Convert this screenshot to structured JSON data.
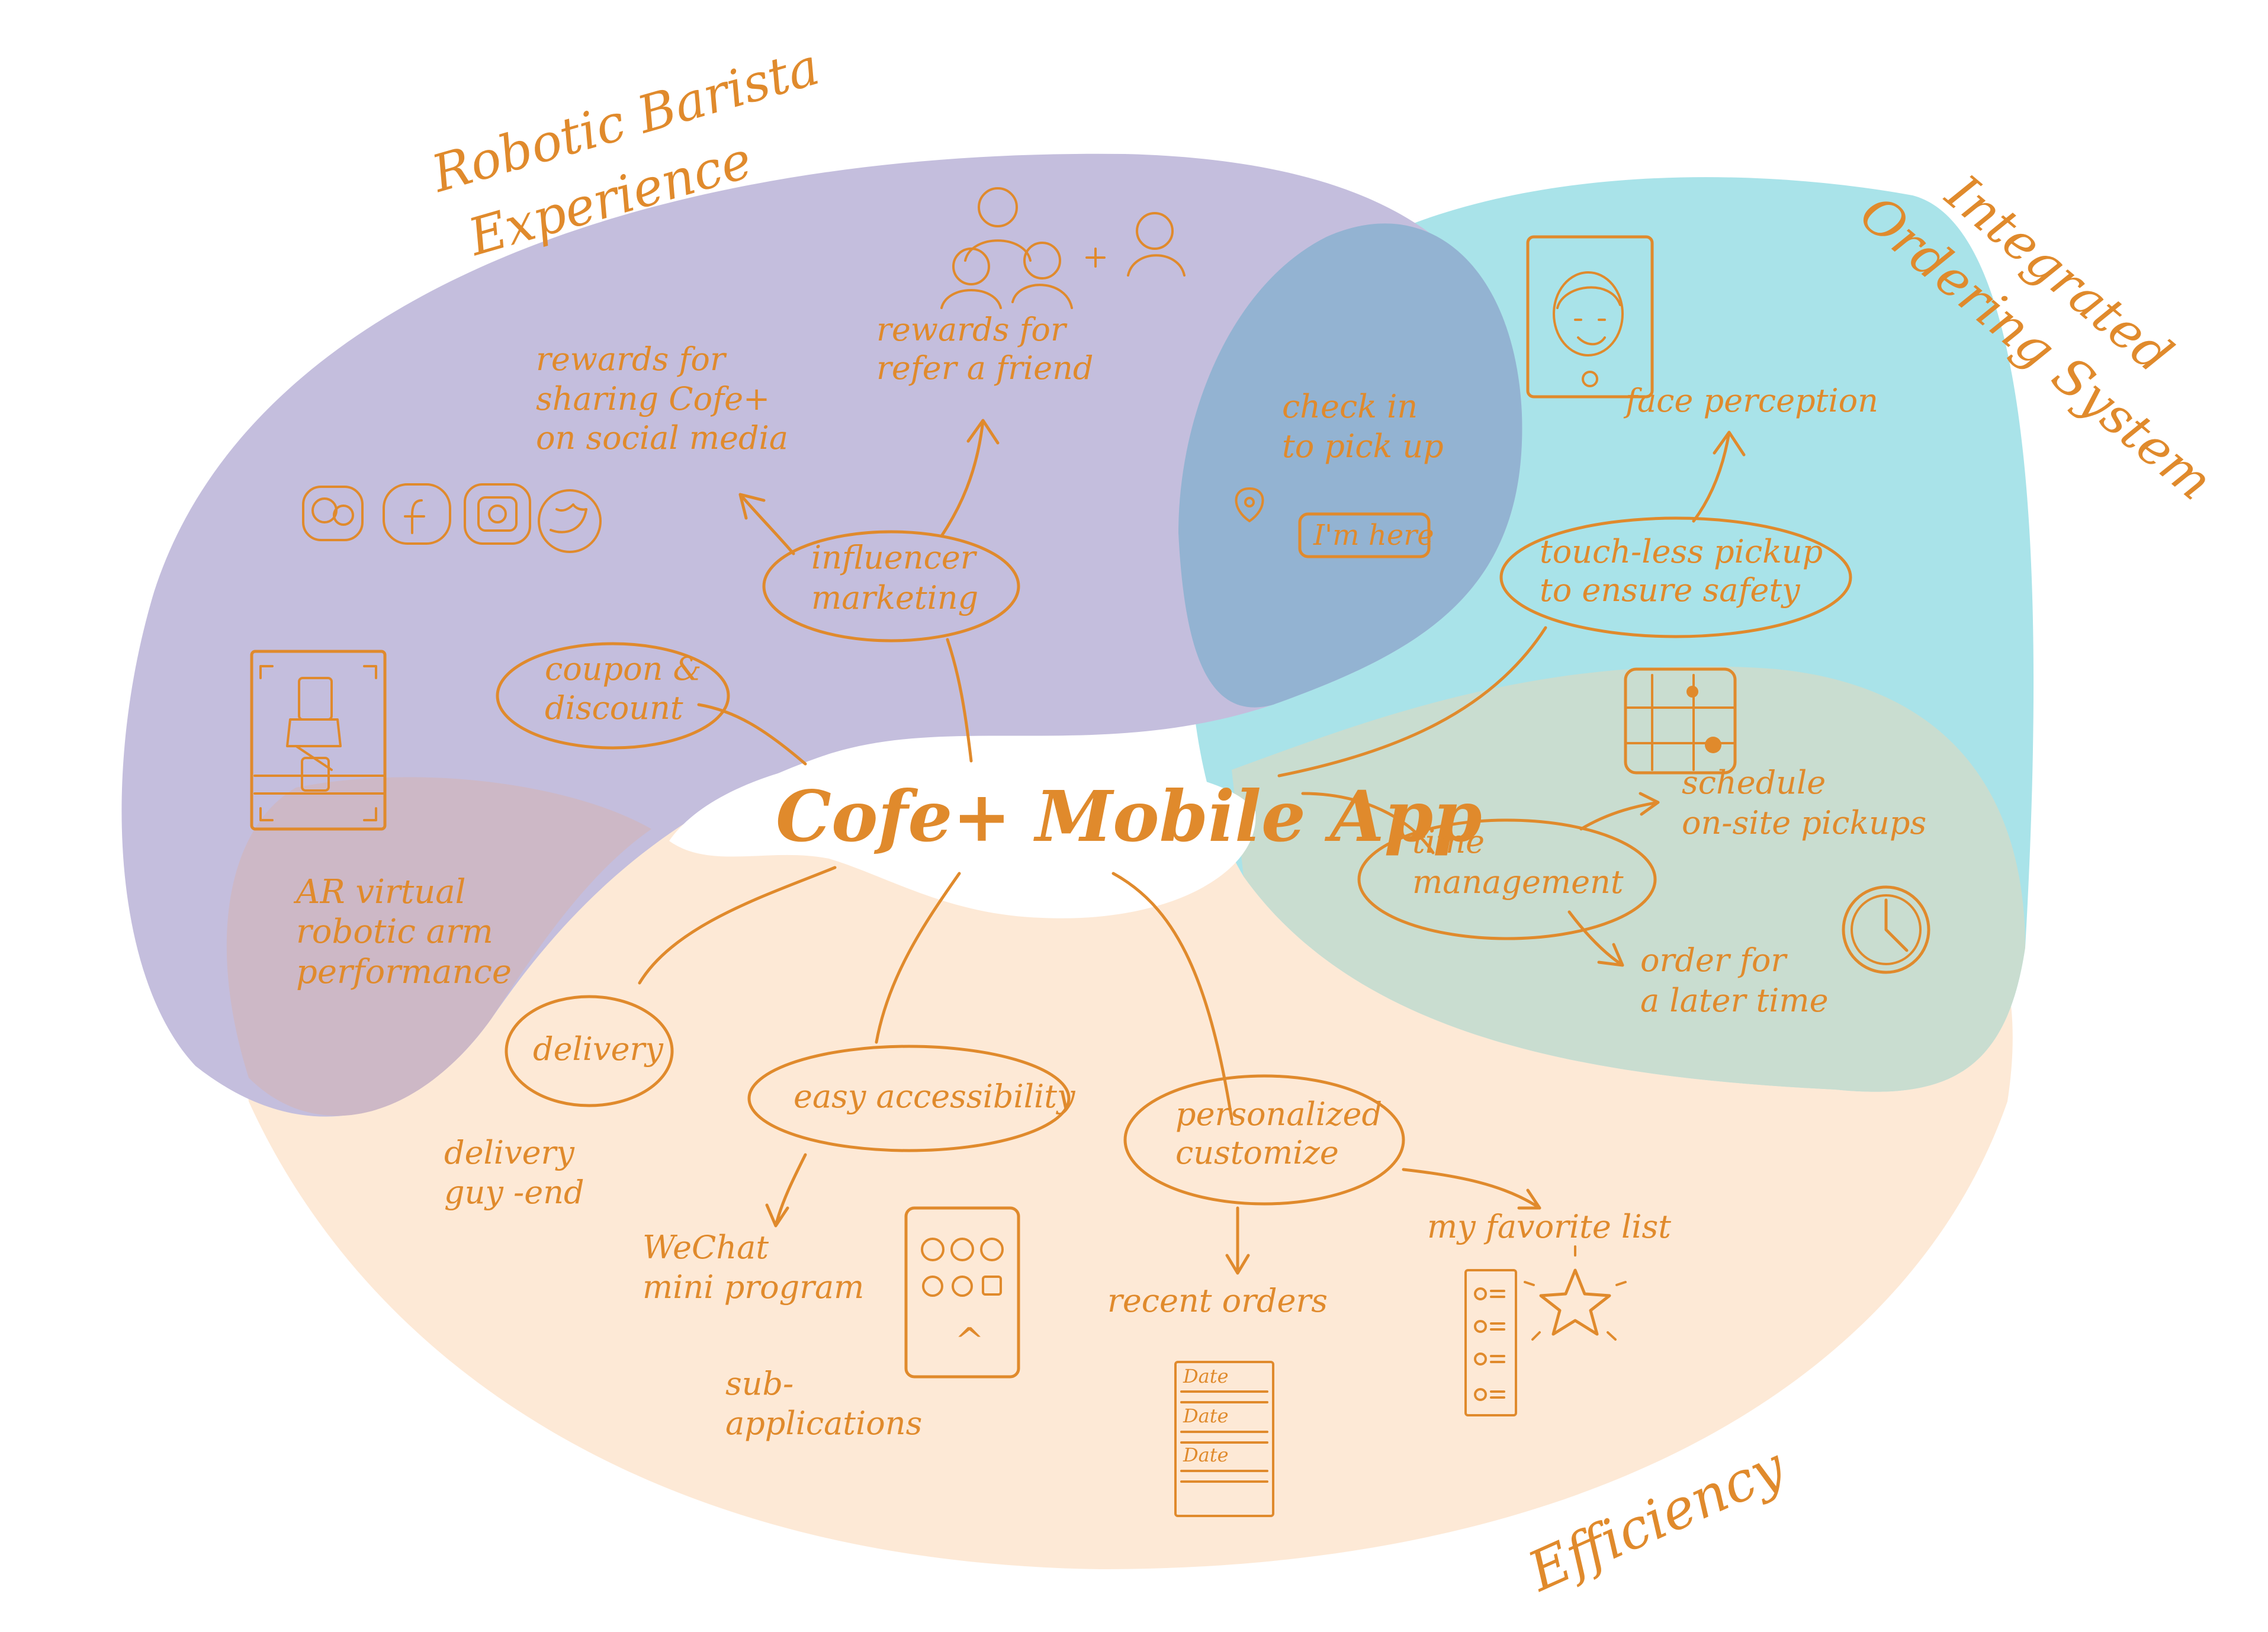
{
  "colors": {
    "accent": "#e08a2c",
    "robotic_region": "#c4bedd",
    "ordering_region": "#a9e3e9",
    "efficiency_region": "#fde9d6",
    "overlap_blue": "#93b3d2",
    "overlap_green": "#c9ddd0",
    "overlap_mauve": "#cdb8c6"
  },
  "center": {
    "title": "Cofe+ Mobile App"
  },
  "regions": {
    "robotic_barista": {
      "line1": "Robotic Barista",
      "line2": "Experience"
    },
    "integrated_ordering": {
      "line1": "Integrated",
      "line2": "Ordering System"
    },
    "efficiency": {
      "label": "Efficiency"
    }
  },
  "nodes": {
    "influencer_marketing": {
      "line1": "influencer",
      "line2": "marketing"
    },
    "coupon_discount": {
      "line1": "coupon &",
      "line2": "discount"
    },
    "touchless_pickup": {
      "line1": "touch-less pickup",
      "line2": "to ensure safety"
    },
    "time_management": {
      "line1": "time",
      "line2": "management"
    },
    "delivery": {
      "label": "delivery"
    },
    "easy_accessibility": {
      "label": "easy accessibility"
    },
    "personalized_customize": {
      "line1": "personalized",
      "line2": "customize"
    }
  },
  "leaves": {
    "rewards_social": {
      "line1": "rewards for",
      "line2": "sharing Cofe+",
      "line3": "on social media"
    },
    "rewards_refer": {
      "line1": "rewards for",
      "line2": "refer a friend"
    },
    "check_in": {
      "line1": "check in",
      "line2": "to pick up"
    },
    "im_here": {
      "label": "I'm here"
    },
    "face_perception": {
      "label": "face perception"
    },
    "ar_virtual": {
      "line1": "AR virtual",
      "line2": "robotic arm",
      "line3": "performance"
    },
    "schedule_pickups": {
      "line1": "schedule",
      "line2": "on-site pickups"
    },
    "order_later": {
      "line1": "order for",
      "line2": "a later time"
    },
    "delivery_guy": {
      "line1": "delivery",
      "line2": "guy -end"
    },
    "wechat": {
      "line1": "WeChat",
      "line2": "mini program"
    },
    "sub_applications": {
      "line1": "sub-",
      "line2": "applications"
    },
    "recent_orders": {
      "label": "recent orders"
    },
    "favorite_list": {
      "label": "my favorite list"
    }
  },
  "sketch_text": {
    "date_label": "Date",
    "caret": "^"
  },
  "icons": {
    "social": [
      "wechat-icon",
      "facebook-icon",
      "instagram-icon",
      "twitter-icon"
    ],
    "other": [
      "people-group-icon",
      "add-person-icon",
      "location-pin-icon",
      "face-phone-icon",
      "robot-arm-sketch-icon",
      "calendar-map-icon",
      "clock-icon",
      "app-grid-icon",
      "receipt-list-icon",
      "checklist-icon",
      "star-icon"
    ]
  }
}
